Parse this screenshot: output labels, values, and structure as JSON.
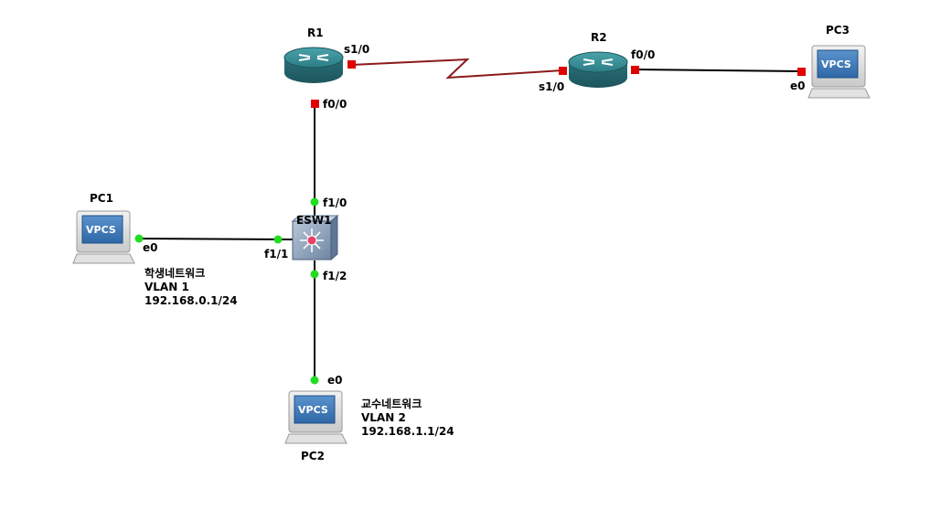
{
  "nodes": {
    "r1": {
      "name": "R1"
    },
    "r2": {
      "name": "R2"
    },
    "esw1": {
      "name": "ESW1"
    },
    "pc1": {
      "name": "PC1",
      "badge": "VPCS"
    },
    "pc2": {
      "name": "PC2",
      "badge": "VPCS"
    },
    "pc3": {
      "name": "PC3",
      "badge": "VPCS"
    }
  },
  "interfaces": {
    "r1_s10": "s1/0",
    "r1_f00": "f0/0",
    "r2_s10": "s1/0",
    "r2_f00": "f0/0",
    "pc3_e0": "e0",
    "esw1_f10": "f1/0",
    "esw1_f11": "f1/1",
    "esw1_f12": "f1/2",
    "pc1_e0": "e0",
    "pc2_e0": "e0"
  },
  "notes": {
    "pc1": [
      "학생네트워크",
      "VLAN 1",
      "192.168.0.1/24"
    ],
    "pc2": [
      "교수네트워크",
      "VLAN 2",
      "192.168.1.1/24"
    ]
  },
  "colors": {
    "link_ethernet": "#000000",
    "link_serial": "#8b1a1a",
    "port_down": "#e00000",
    "port_up": "#22dd22",
    "router_body": "#2e7f86",
    "switch_body": "#8fa4bd",
    "vpcs_screen": "#3a78b8"
  }
}
